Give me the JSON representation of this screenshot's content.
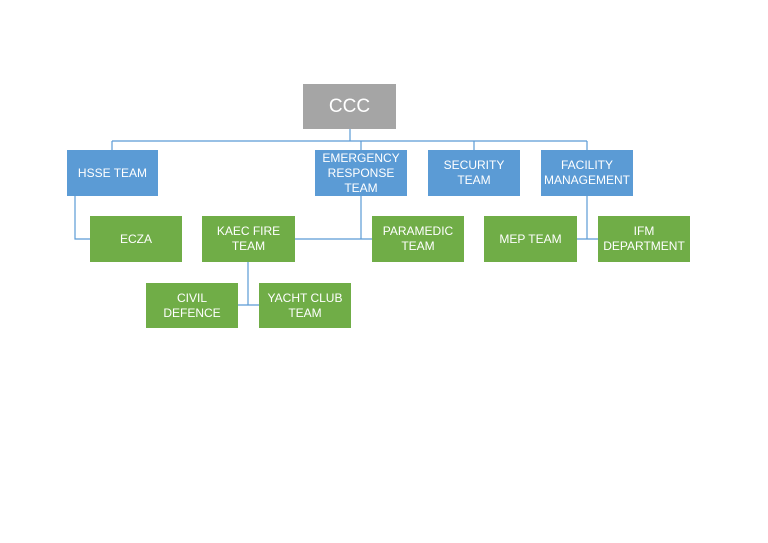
{
  "colors": {
    "root_fill": "#a5a5a5",
    "team_fill": "#5b9bd5",
    "unit_fill": "#70ad47",
    "connector": "#5b9bd5",
    "text": "#ffffff"
  },
  "org_chart": {
    "root": {
      "label": "CCC"
    },
    "teams": {
      "hsse": "HSSE TEAM",
      "emergency": "EMERGENCY\nRESPONSE\nTEAM",
      "security": "SECURITY TEAM",
      "facility": "FACILITY\nMANAGEMENT"
    },
    "units": {
      "ecza": "ECZA",
      "kaec_fire": "KAEC FIRE\nTEAM",
      "paramedic": "PARAMEDIC\nTEAM",
      "civil_defence": "CIVIL DEFENCE",
      "yacht_club": "YACHT CLUB\nTEAM",
      "mep": "MEP TEAM",
      "ifm": "IFM\nDEPARTMENT"
    }
  }
}
